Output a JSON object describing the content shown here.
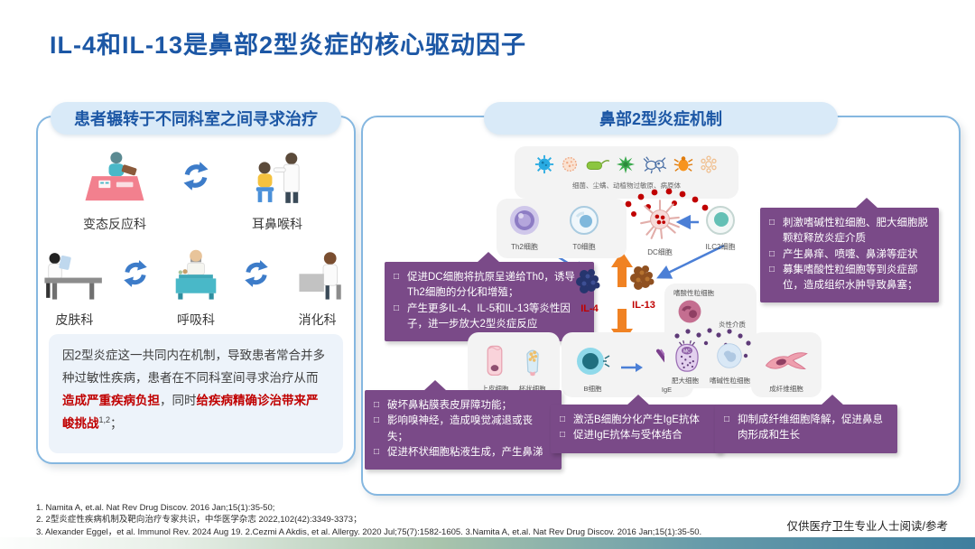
{
  "title": "IL-4和IL-13是鼻部2型炎症的核心驱动因子",
  "left_panel": {
    "header": "患者辗转于不同科室之间寻求治疗",
    "departments": [
      "变态反应科",
      "耳鼻喉科",
      "皮肤科",
      "呼吸科",
      "消化科"
    ],
    "note": {
      "seg1": "因2型炎症这一共同内在机制，导致患者常合并多种过敏性疾病，患者在不同科室间寻求治疗从而",
      "red1": "造成严重疾病负担",
      "seg2": "，同时",
      "red2": "给疾病精确诊治带来严峻挑战",
      "sup": "1,2",
      "seg3": "；"
    }
  },
  "right_panel": {
    "header": "鼻部2型炎症机制",
    "allergen_caption": "细菌、尘螨、动植物过敏原、病原体",
    "cells": {
      "th2": "Th2细胞",
      "t0": "T0细胞",
      "dc": "DC细胞",
      "ilc2": "ILC2细胞",
      "epithelial": "上皮细胞",
      "goblet": "杯状细胞",
      "b": "B细胞",
      "ige": "IgE",
      "mast": "肥大细胞",
      "mast_abbr": "MC",
      "basophil": "嗜碱性粒细胞",
      "eosinophil": "嗜酸性粒细胞",
      "mediators": "炎性介质",
      "fibroblast": "成纤维细胞"
    },
    "cytokines": {
      "il4": "IL-4",
      "il13": "IL-13"
    },
    "box_dc": [
      "促进DC细胞将抗原呈递给Th0，诱导Th2细胞的分化和增殖；",
      "产生更多IL-4、IL-5和IL-13等炎性因子，进一步放大2型炎症反应"
    ],
    "box_symptoms": [
      "刺激嗜碱性粒细胞、肥大细胞脱颗粒释放炎症介质",
      "产生鼻痒、喷嚏、鼻涕等症状",
      "募集嗜酸性粒细胞等到炎症部位，造成组织水肿导致鼻塞；"
    ],
    "box_barrier": [
      "破坏鼻粘膜表皮屏障功能；",
      "影响嗅神经，造成嗅觉减退或丧失；",
      "促进杯状细胞粘液生成，产生鼻涕"
    ],
    "box_ige": [
      "激活B细胞分化产生IgE抗体",
      "促进IgE抗体与受体结合"
    ],
    "box_polyp": [
      "抑制成纤维细胞降解，促进鼻息肉形成和生长"
    ]
  },
  "footer": {
    "references": [
      "1.  Namita A, et.al. Nat Rev Drug Discov. 2016 Jan;15(1):35-50;",
      "2.  2型炎症性疾病机制及靶向治疗专家共识，中华医学杂志 2022,102(42):3349-3373；",
      "3.  Alexander Eggel，et al. Immunol Rev. 2024 Aug 19.  2.Cezmi A Akdis, et al. Allergy. 2020 Jul;75(7):1582-1605.  3.Namita A, et.al. Nat Rev Drug Discov. 2016 Jan;15(1):35-50."
    ],
    "disclaimer": "仅供医疗卫生专业人士阅读/参考"
  },
  "colors": {
    "title_blue": "#1C57A5",
    "pill_bg": "#D9EAF8",
    "panel_border": "#85B7E0",
    "purple_box": "#7A4A88",
    "red_accent": "#C00000",
    "orange_arrow": "#F08223",
    "blue_arrow": "#4B7FD6"
  }
}
